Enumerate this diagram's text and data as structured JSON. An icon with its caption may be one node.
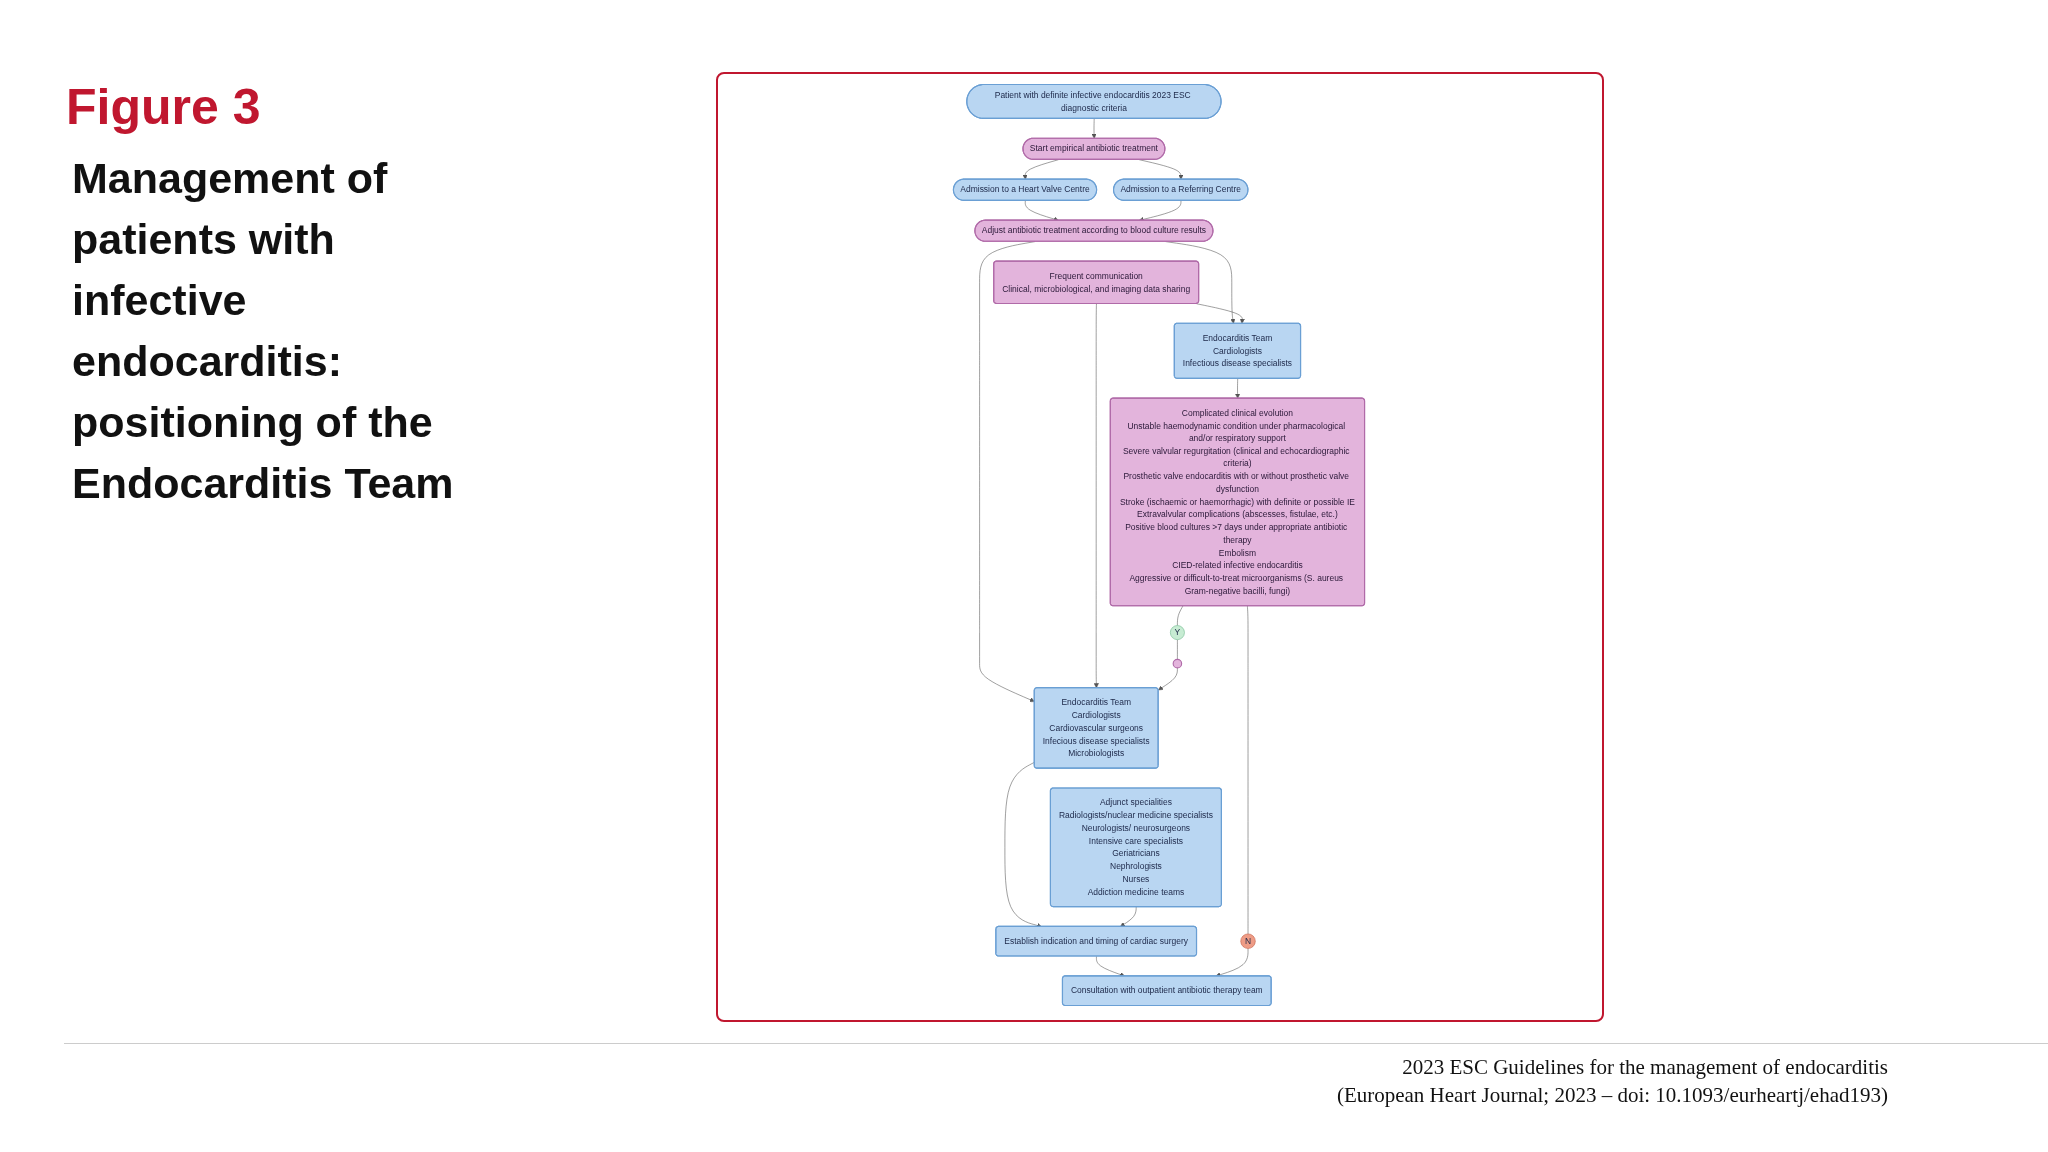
{
  "diagram": {
    "title": "Figure 3",
    "nodes": [
      {
        "text": [
          "Patient with definite infective endocarditis 2023 ESC diagnostic criteria"
        ]
      },
      {
        "text": [
          "Start empirical antibiotic treatment"
        ]
      },
      {
        "text": [
          "Admission to a Heart Valve Centre"
        ]
      },
      {
        "text": [
          "Admission to a Referring Centre"
        ]
      },
      {
        "text": [
          "Adjust antibiotic treatment according to blood culture results"
        ]
      },
      {
        "text": [
          "Endocarditis Team",
          "Cardiologists",
          "Cardiovascular surgeons",
          "Infecious disease specialists",
          "Microbiologists"
        ]
      },
      {
        "text": [
          "Frequent communication",
          "Clinical, microbiological, and imaging data sharing"
        ]
      },
      {
        "text": [
          "Endocarditis Team",
          "Cardiologists",
          "Infectious disease specialists"
        ]
      },
      {
        "text": [
          "Adjunct specialities",
          "Radiologists/nuclear medicine specialists",
          "Neurologists/ neurosurgeons",
          "Intensive care specialists",
          "Geriatricians",
          "Nephrologists",
          "Nurses",
          "Addiction medicine teams"
        ]
      },
      {
        "text": [
          "Complicated clinical evolution",
          "Unstable haemodynamic condition under pharmacological and/or respiratory support",
          "Severe valvular regurgitation (clinical and echocardiographic criteria)",
          "Prosthetic valve endocarditis with or without prosthetic valve dysfunction",
          "Stroke (ischaemic or haemorrhagic) with definite or possible IE",
          "Extravalvular complications (abscesses, fistulae, etc.)",
          "Positive blood cultures >7 days under appropriate antibiotic therapy",
          "Embolism",
          "CIED-related infective endocarditis",
          "Aggressive or difficult-to-treat microorganisms (S. aureus Gram-negative bacilli, fungi)"
        ]
      },
      {
        "text": [],
        "shape": "circle"
      },
      {
        "text": [
          "Establish indication and timing of cardiac surgery"
        ]
      },
      {
        "text": [
          "Y"
        ]
      },
      {
        "text": [
          "N"
        ]
      },
      {
        "text": [
          "Consultation with outpatient antibiotic therapy team"
        ]
      }
    ],
    "edges": [
      {
        "from": 0,
        "to": 1,
        "arrow": "to"
      },
      {
        "from": 1,
        "to": 2,
        "arrow": "to"
      },
      {
        "from": 1,
        "to": 3,
        "arrow": "to"
      },
      {
        "from": 2,
        "to": 4,
        "arrow": "to"
      },
      {
        "from": 3,
        "to": 4,
        "arrow": "to"
      },
      {
        "from": 4,
        "to": 5,
        "arrow": "to"
      },
      {
        "from": 4,
        "to": 7,
        "arrow": "to"
      },
      {
        "from": 6,
        "to": 5,
        "arrow": "to"
      },
      {
        "from": 6,
        "to": 7,
        "arrow": "to"
      },
      {
        "from": 7,
        "to": 9,
        "arrow": "to"
      },
      {
        "from": 5,
        "to": 11,
        "arrow": "to"
      },
      {
        "from": 8,
        "to": 11,
        "arrow": "to"
      },
      {
        "from": 9,
        "to": 12,
        "arrow": "none"
      },
      {
        "from": 9,
        "to": 13,
        "arrow": "none"
      },
      {
        "from": 12,
        "to": 10,
        "arrow": "none"
      },
      {
        "from": 10,
        "to": 5,
        "arrow": "to"
      },
      {
        "from": 11,
        "to": 14,
        "arrow": "to"
      },
      {
        "from": 13,
        "to": 14,
        "arrow": "to"
      }
    ],
    "labels": [
      "Management of patients with infective endocarditis: positioning of the Endocarditis Team",
      "2023 ESC Guidelines for the management of endocarditis",
      "(European Heart Journal; 2023 – doi: 10.1093/eurheartj/ehad193)"
    ]
  }
}
